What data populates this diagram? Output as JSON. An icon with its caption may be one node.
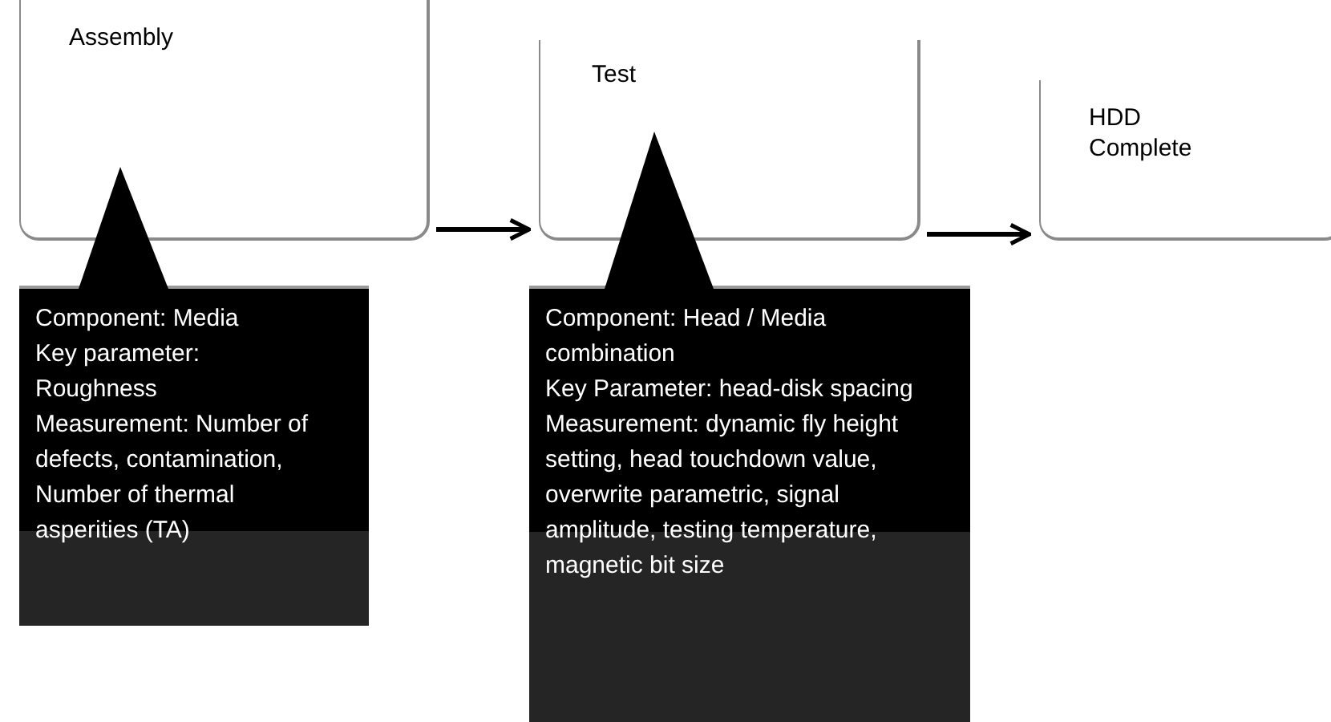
{
  "diagram": {
    "nodes": [
      {
        "text": [
          "Assembly"
        ]
      },
      {
        "text": [
          "Test"
        ]
      },
      {
        "text": [
          "HDD Complete"
        ]
      },
      {
        "text": [
          "Component: Media",
          "Key parameter: Roughness",
          "Measurement: Number of defects, contamination, Number of thermal asperities (TA)"
        ]
      },
      {
        "text": [
          "Component: Head / Media combination",
          "Key Parameter: head-disk spacing",
          "Measurement: dynamic fly height setting, head touchdown value, overwrite parametric, signal amplitude, testing temperature, magnetic bit size"
        ]
      }
    ],
    "edges": [
      {
        "from": 0,
        "to": 1,
        "arrow": "to"
      },
      {
        "from": 1,
        "to": 2,
        "arrow": "to"
      },
      {
        "from": 3,
        "to": 0,
        "arrow": "to"
      },
      {
        "from": 4,
        "to": 1,
        "arrow": "to"
      }
    ]
  }
}
